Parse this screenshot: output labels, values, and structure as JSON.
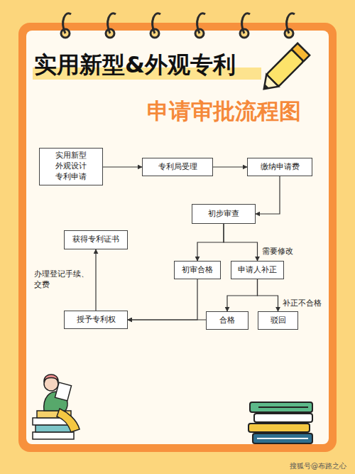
{
  "diagram": {
    "title": "实用新型&外观专利",
    "nodes": [
      {
        "text": [
          "实用新型 外观设计 专利申请"
        ]
      },
      {
        "text": [
          "专利局受理"
        ]
      },
      {
        "text": [
          "缴纳申请费"
        ]
      },
      {
        "text": [
          "初步审查"
        ]
      },
      {
        "text": [
          "获得专利证书"
        ]
      },
      {
        "text": [
          "初审合格"
        ]
      },
      {
        "text": [
          "申请人补正"
        ]
      },
      {
        "text": [
          "授予专利权"
        ]
      },
      {
        "text": [
          "合格"
        ]
      },
      {
        "text": [
          "驳回"
        ]
      }
    ],
    "edges": [
      {
        "from": 0,
        "to": 1,
        "arrow": "to"
      },
      {
        "from": 1,
        "to": 2,
        "arrow": "to"
      },
      {
        "from": 2,
        "to": 3,
        "arrow": "to"
      },
      {
        "from": 3,
        "to": 5,
        "arrow": "to"
      },
      {
        "from": 3,
        "to": 6,
        "arrow": "to",
        "label": "需要修改"
      },
      {
        "from": 6,
        "to": 8,
        "arrow": "to"
      },
      {
        "from": 6,
        "to": 9,
        "arrow": "to",
        "label": "补正不合格"
      },
      {
        "from": 5,
        "to": 7,
        "arrow": "to"
      },
      {
        "from": 8,
        "to": 7,
        "arrow": "to"
      },
      {
        "from": 7,
        "to": 4,
        "arrow": "to",
        "label": "办理登记手续、交费"
      }
    ],
    "labels": [
      "申请审批流程图",
      "搜狐号@布路之心"
    ]
  }
}
